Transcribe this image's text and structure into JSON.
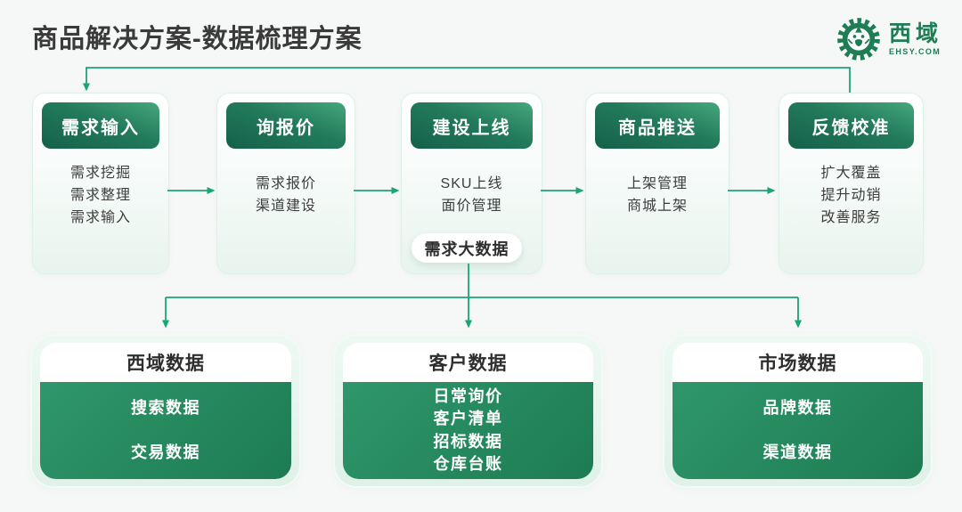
{
  "page": {
    "title": "商品解决方案-数据梳理方案"
  },
  "logo": {
    "brand": "西域",
    "domain": "EHSY.COM"
  },
  "colors": {
    "brand_green": "#1e7d54",
    "connector_green": "#1aa576",
    "header_gradient_dark": "#15604a",
    "header_gradient_light": "#45a77c",
    "panel_gradient_light": "#2f976b",
    "panel_gradient_dark": "#1d7b52",
    "page_background": "#f6f8f7"
  },
  "flow_cards": [
    {
      "title": "需求输入",
      "items": [
        "需求挖掘",
        "需求整理",
        "需求输入"
      ]
    },
    {
      "title": "询报价",
      "items": [
        "需求报价",
        "渠道建设"
      ]
    },
    {
      "title": "建设上线",
      "items": [
        "SKU上线",
        "面价管理"
      ],
      "badge": "需求大数据"
    },
    {
      "title": "商品推送",
      "items": [
        "上架管理",
        "商城上架"
      ]
    },
    {
      "title": "反馈校准",
      "items": [
        "扩大覆盖",
        "提升动销",
        "改善服务"
      ]
    }
  ],
  "data_cards": [
    {
      "title": "西域数据",
      "items": [
        "搜索数据",
        "交易数据"
      ]
    },
    {
      "title": "客户数据",
      "items": [
        "日常询价",
        "客户清单",
        "招标数据",
        "仓库台账"
      ]
    },
    {
      "title": "市场数据",
      "items": [
        "品牌数据",
        "渠道数据"
      ]
    }
  ]
}
